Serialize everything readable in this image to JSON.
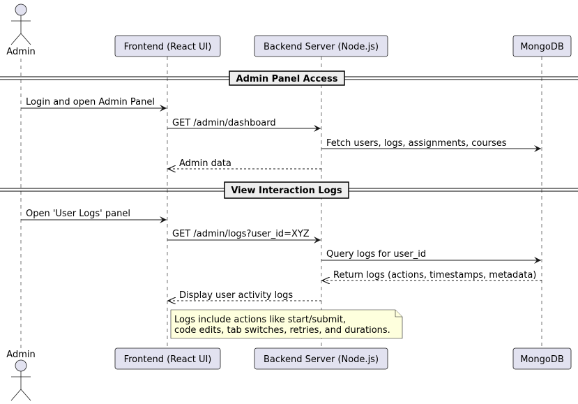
{
  "participants": {
    "admin": "Admin",
    "frontend": "Frontend (React UI)",
    "backend": "Backend Server (Node.js)",
    "mongodb": "MongoDB"
  },
  "dividers": {
    "admin_panel": "Admin Panel Access",
    "view_logs": "View Interaction Logs"
  },
  "messages": {
    "m1": "Login and open Admin Panel",
    "m2": "GET /admin/dashboard",
    "m3": "Fetch users, logs, assignments, courses",
    "m4": "Admin data",
    "m5": "Open 'User Logs' panel",
    "m6": "GET /admin/logs?user_id=XYZ",
    "m7": "Query logs for user_id",
    "m8": "Return logs (actions, timestamps, metadata)",
    "m9": "Display user activity logs"
  },
  "note": {
    "line1": "Logs include actions like start/submit,",
    "line2": "code edits, tab switches, retries, and durations."
  }
}
